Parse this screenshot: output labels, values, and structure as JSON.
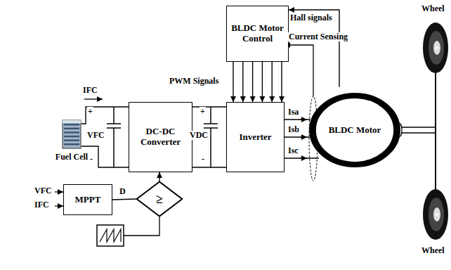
{
  "diagram": {
    "nodes": [
      {
        "text": [
          "BLDC Motor Control"
        ]
      },
      {
        "text": [
          "Fuel Cell"
        ]
      },
      {
        "text": [
          "DC-DC Converter"
        ]
      },
      {
        "text": [
          "Inverter"
        ]
      },
      {
        "text": [
          "BLDC Motor"
        ]
      },
      {
        "text": [
          "MPPT"
        ]
      },
      {
        "text": [
          "≥"
        ]
      }
    ],
    "edges": [
      {
        "from": 4,
        "to": 0,
        "arrow": "to",
        "label": "Hall signals"
      },
      {
        "from": 0,
        "to": 3,
        "arrow": "to"
      },
      {
        "from": 0,
        "to": 3,
        "arrow": "to"
      },
      {
        "from": 0,
        "to": 3,
        "arrow": "to"
      },
      {
        "from": 0,
        "to": 3,
        "arrow": "to"
      },
      {
        "from": 0,
        "to": 3,
        "arrow": "to"
      },
      {
        "from": 0,
        "to": 3,
        "arrow": "to"
      },
      {
        "from": 1,
        "to": 2,
        "arrow": "none"
      },
      {
        "from": 1,
        "to": 2,
        "arrow": "none"
      },
      {
        "from": 2,
        "to": 3,
        "arrow": "none"
      },
      {
        "from": 2,
        "to": 3,
        "arrow": "none"
      },
      {
        "from": 3,
        "to": 4,
        "arrow": "none"
      },
      {
        "from": 3,
        "to": 4,
        "arrow": "none"
      },
      {
        "from": 3,
        "to": 4,
        "arrow": "none"
      },
      {
        "from": 5,
        "to": 6,
        "arrow": "none",
        "label": "D"
      },
      {
        "from": 6,
        "to": 2,
        "arrow": "to"
      }
    ],
    "labels": [
      "Current Sensing",
      "PWM Signals",
      "IFC",
      "+",
      "VFC",
      "-",
      "+",
      "VDC",
      "-",
      "Isa",
      "Isb",
      "Isc",
      "VFC",
      "IFC",
      "Wheel",
      "Wheel"
    ]
  }
}
